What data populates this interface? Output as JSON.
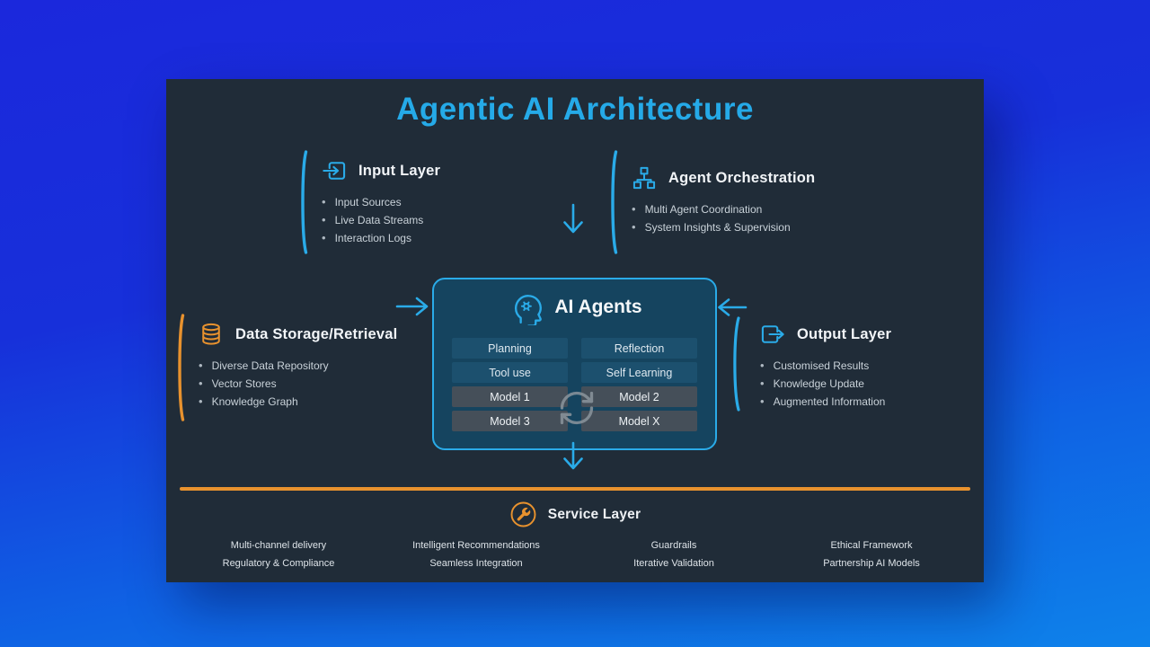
{
  "title": "Agentic AI Architecture",
  "ui": {
    "bullet": "•"
  },
  "colors": {
    "accent_cyan": "#2aabe8",
    "accent_orange": "#e8922e",
    "card_background": "#202c38",
    "agents_box_background": "#15445f",
    "capability_pill": "#1c506e",
    "model_pill": "#454f59",
    "page_gradient_top": "#1b28dc",
    "page_gradient_bottom": "#0e82ea"
  },
  "sections": {
    "input_layer": {
      "icon": "login-arrow-into-box-icon",
      "title": "Input Layer",
      "items": [
        "Input Sources",
        "Live Data Streams",
        "Interaction Logs"
      ]
    },
    "agent_orchestration": {
      "icon": "org-hierarchy-icon",
      "title": "Agent Orchestration",
      "items": [
        "Multi Agent Coordination",
        "System Insights & Supervision"
      ]
    },
    "data_storage": {
      "icon": "database-icon",
      "title": "Data Storage/Retrieval",
      "items": [
        "Diverse Data Repository",
        "Vector Stores",
        "Knowledge Graph"
      ]
    },
    "ai_agents": {
      "icon": "head-with-gear-icon",
      "title": "AI Agents",
      "capabilities": [
        "Planning",
        "Reflection",
        "Tool use",
        "Self Learning"
      ],
      "models": [
        "Model 1",
        "Model 2",
        "Model 3",
        "Model X"
      ],
      "center_icon": "refresh-cycle-icon"
    },
    "output_layer": {
      "icon": "logout-arrow-out-of-box-icon",
      "title": "Output Layer",
      "items": [
        "Customised Results",
        "Knowledge Update",
        "Augmented Information"
      ]
    },
    "service_layer": {
      "icon": "wrench-circle-icon",
      "title": "Service Layer",
      "rows": [
        [
          "Multi-channel delivery",
          "Intelligent Recommendations",
          "Guardrails",
          "Ethical Framework"
        ],
        [
          "Regulatory & Compliance",
          "Seamless Integration",
          "Iterative Validation",
          "Partnership AI Models"
        ]
      ]
    }
  }
}
